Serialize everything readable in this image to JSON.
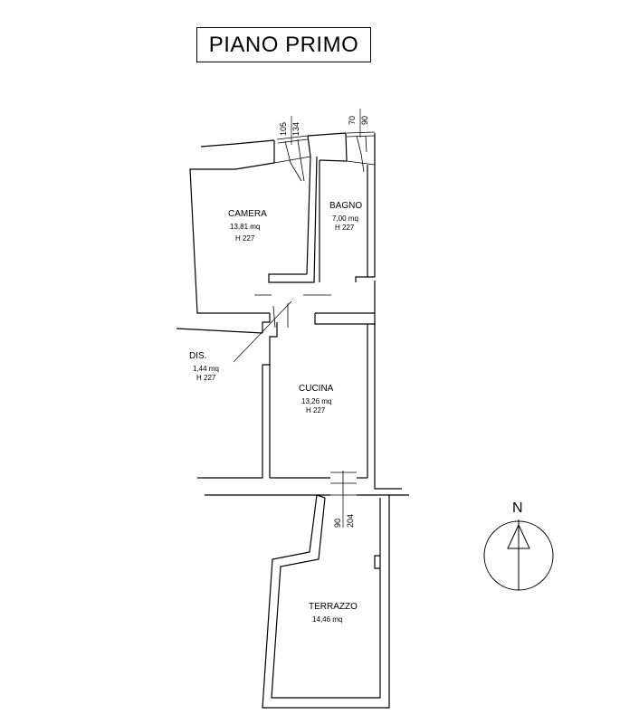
{
  "title": "PIANO PRIMO",
  "rooms": {
    "camera": {
      "name": "CAMERA",
      "area": "13,81 mq",
      "height": "H 227"
    },
    "bagno": {
      "name": "BAGNO",
      "area": "7,00 mq",
      "height": "H 227"
    },
    "dis": {
      "name": "DIS.",
      "area": "1,44 mq",
      "height": "H 227"
    },
    "cucina": {
      "name": "CUCINA",
      "area": "13,26 mq",
      "height": "H 227"
    },
    "terrazzo": {
      "name": "TERRAZZO",
      "area": "14,46 mq"
    }
  },
  "dimensions": {
    "camera_window_sill": "105",
    "camera_window_height": "134",
    "bagno_window_sill": "70",
    "bagno_window_height": "90",
    "cucina_door_sill": "90",
    "cucina_door_height": "204"
  },
  "compass": {
    "label": "N"
  }
}
